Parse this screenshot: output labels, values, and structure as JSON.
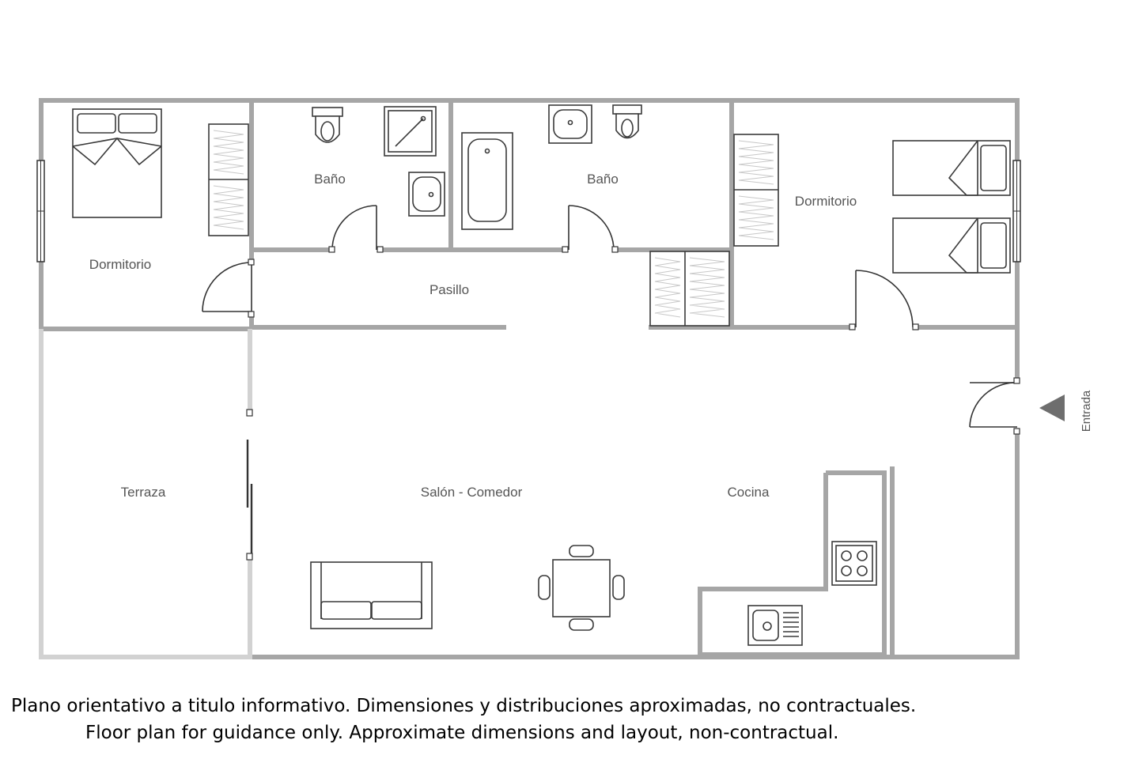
{
  "rooms": {
    "dormitorio_1": "Dormitorio",
    "bano_1": "Baño",
    "bano_2": "Baño",
    "dormitorio_2": "Dormitorio",
    "pasillo": "Pasillo",
    "terraza": "Terraza",
    "salon": "Salón - Comedor",
    "cocina": "Cocina"
  },
  "entrance_label": "Entrada",
  "disclaimer": {
    "es": "Plano orientativo a titulo informativo. Dimensiones y distribuciones aproximadas, no contractuales.",
    "en": "Floor plan for guidance only. Approximate dimensions and layout, non-contractual."
  },
  "colors": {
    "wall": "#a6a6a6",
    "wall_light": "#d2d2d2",
    "label": "#555555",
    "entrance_arrow": "#6e6e6e"
  }
}
